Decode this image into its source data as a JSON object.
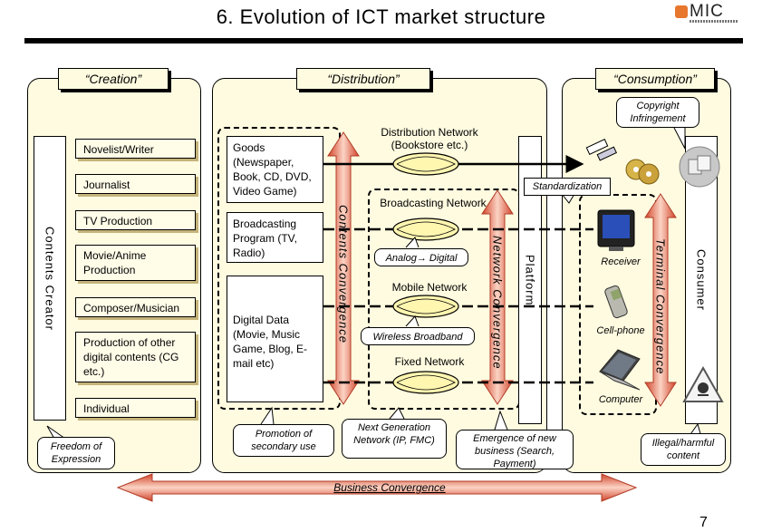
{
  "header": {
    "title": "6. Evolution of ICT market structure",
    "logo_text": "MIC",
    "page_number": "7"
  },
  "creation": {
    "heading": "“Creation”",
    "creator_label": "Contents Creator",
    "roles": [
      "Novelist/Writer",
      "Journalist",
      "TV Production",
      "Movie/Anime Production",
      "Composer/Musician",
      "Production of other digital contents (CG etc.)",
      "Individual"
    ],
    "callout": "Freedom of Expression"
  },
  "distribution": {
    "heading": "“Distribution”",
    "contents": [
      "Goods (Newspaper, Book, CD, DVD, Video Game)",
      "Broadcasting Program (TV, Radio)",
      "Digital Data (Movie, Music Game, Blog, E-mail etc)"
    ],
    "contents_convergence": "Contents Convergence",
    "networks": [
      "Distribution Network (Bookstore etc.)",
      "Broadcasting Network",
      "Mobile Network",
      "Fixed Network"
    ],
    "network_callouts": [
      "Analog→ Digital",
      "Wireless Broadband"
    ],
    "network_convergence": "Network Convergence",
    "platform": "Platform",
    "callouts": [
      "Promotion of secondary use",
      "Next Generation Network (IP, FMC)",
      "Emergence of new business (Search, Payment)"
    ]
  },
  "consumption": {
    "heading": "“Consumption”",
    "copyright": "Copyright Infringement",
    "standardization": "Standardization",
    "terminals": [
      "Receiver",
      "Cell-phone",
      "Computer"
    ],
    "terminal_convergence": "Terminal Convergence",
    "consumer": "Consumer",
    "illegal": "Illegal/harmful content"
  },
  "business_convergence": "Business Convergence",
  "colors": {
    "panel": "#fffbe0",
    "arrow_edge": "#d2452b",
    "arrow_mid": "#fbd3c4",
    "ellipse": "#fff6b0"
  }
}
